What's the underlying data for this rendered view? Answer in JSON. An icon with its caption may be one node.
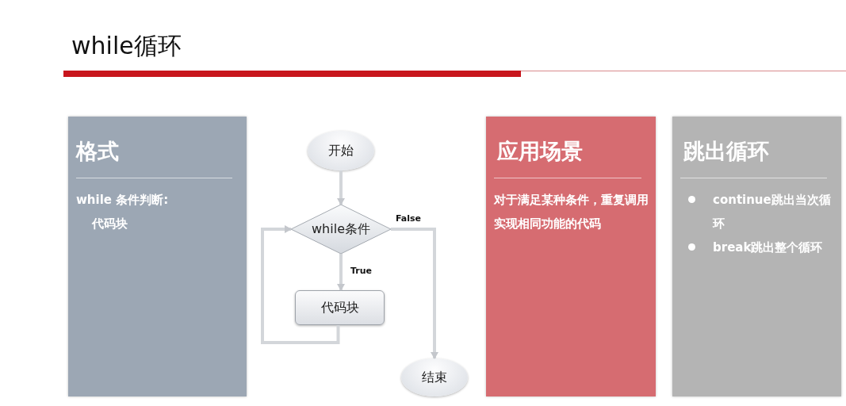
{
  "diagram": {
    "title": "while循环",
    "nodes": [
      {
        "text": [
          "格式",
          "while 条件判断:",
          "代码块"
        ]
      },
      {
        "text": [
          "开始"
        ]
      },
      {
        "text": [
          "while条件"
        ]
      },
      {
        "text": [
          "代码块"
        ]
      },
      {
        "text": [
          "结束"
        ]
      },
      {
        "text": [
          "应用场景",
          "对于满足某种条件，重复调用实现相同功能的代码"
        ]
      },
      {
        "text": [
          "跳出循环",
          "continue跳出当次循环",
          "break跳出整个循环"
        ]
      }
    ],
    "edges": [
      {
        "from": 1,
        "to": 2,
        "arrow": "to"
      },
      {
        "from": 2,
        "to": 3,
        "arrow": "to",
        "label": "True"
      },
      {
        "from": 3,
        "to": 2,
        "arrow": "to"
      },
      {
        "from": 2,
        "to": 4,
        "arrow": "to",
        "label": "False"
      }
    ]
  }
}
